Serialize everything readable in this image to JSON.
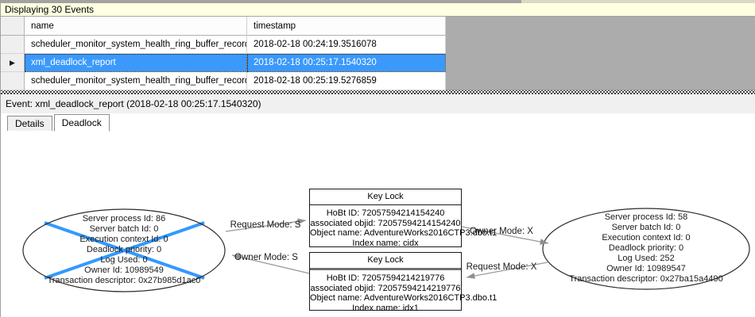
{
  "info_bar": {
    "text": "Displaying 30 Events"
  },
  "grid": {
    "marker": "▶",
    "columns": [
      "name",
      "timestamp"
    ],
    "rows": [
      {
        "name": "scheduler_monitor_system_health_ring_buffer_recorded",
        "timestamp": "2018-02-18 00:24:19.3516078"
      },
      {
        "name": "xml_deadlock_report",
        "timestamp": "2018-02-18 00:25:17.1540320"
      },
      {
        "name": "scheduler_monitor_system_health_ring_buffer_recorded",
        "timestamp": "2018-02-18 00:25:19.5276859"
      }
    ]
  },
  "event_bar": {
    "text": "Event: xml_deadlock_report (2018-02-18 00:25:17.1540320)"
  },
  "tabs": [
    {
      "label": "Details"
    },
    {
      "label": "Deadlock"
    }
  ],
  "graph": {
    "left_process": {
      "victim": true,
      "lines": [
        "Server process Id: 86",
        "Server batch Id: 0",
        "Execution context Id: 0",
        "Deadlock priority: 0",
        "Log Used: 0",
        "Owner Id: 10989549",
        "Transaction descriptor: 0x27b985d1ac0"
      ]
    },
    "right_process": {
      "victim": false,
      "lines": [
        "Server process Id: 58",
        "Server batch Id: 0",
        "Execution context Id: 0",
        "Deadlock priority: 0",
        "Log Used: 252",
        "Owner Id: 10989547",
        "Transaction descriptor: 0x27ba15a4490"
      ]
    },
    "locks": [
      {
        "title": "Key Lock",
        "lines": [
          "HoBt ID: 72057594214154240",
          "associated objid: 72057594214154240",
          "Object name: AdventureWorks2016CTP3.dbo.t1",
          "Index name: cidx"
        ]
      },
      {
        "title": "Key Lock",
        "lines": [
          "HoBt ID: 72057594214219776",
          "associated objid: 72057594214219776",
          "Object name: AdventureWorks2016CTP3.dbo.t1",
          "Index name: idx1"
        ]
      }
    ],
    "edges": [
      {
        "label": "Request Mode: S"
      },
      {
        "label": "Owner Mode: S"
      },
      {
        "label": "Owner Mode: X"
      },
      {
        "label": "Request Mode: X"
      }
    ]
  },
  "colors": {
    "selection": "#3B99FC",
    "victim_cross": "#3399FF",
    "info_bar_bg": "#FFFFE1",
    "grid_filler": "#ACACAC"
  }
}
